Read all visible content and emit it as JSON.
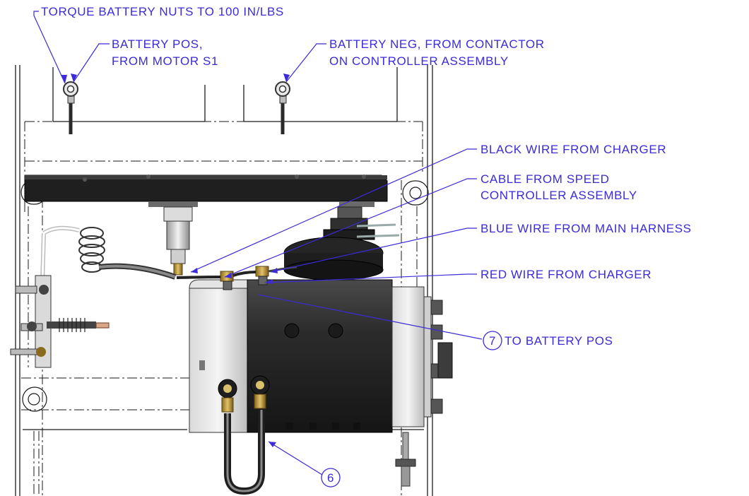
{
  "callouts": {
    "torque": "TORQUE BATTERY NUTS TO 100 IN/LBS",
    "battery_pos_line1": "BATTERY POS,",
    "battery_pos_line2": "FROM MOTOR S1",
    "battery_neg_line1": "BATTERY NEG, FROM CONTACTOR",
    "battery_neg_line2": "ON CONTROLLER ASSEMBLY",
    "black_wire": "BLACK WIRE FROM CHARGER",
    "cable_line1": "CABLE FROM SPEED",
    "cable_line2": "CONTROLLER ASSEMBLY",
    "blue_wire": "BLUE WIRE FROM MAIN HARNESS",
    "red_wire": "RED WIRE FROM CHARGER",
    "to_battery_pos": "TO BATTERY POS"
  },
  "item_balloons": {
    "seven": "7",
    "six": "6"
  },
  "colors": {
    "callout": "#3b2bd8",
    "motor_body": "#2e2e2e",
    "end_cap": "#e6e6e6",
    "mount_bar": "#1f1f1f"
  }
}
